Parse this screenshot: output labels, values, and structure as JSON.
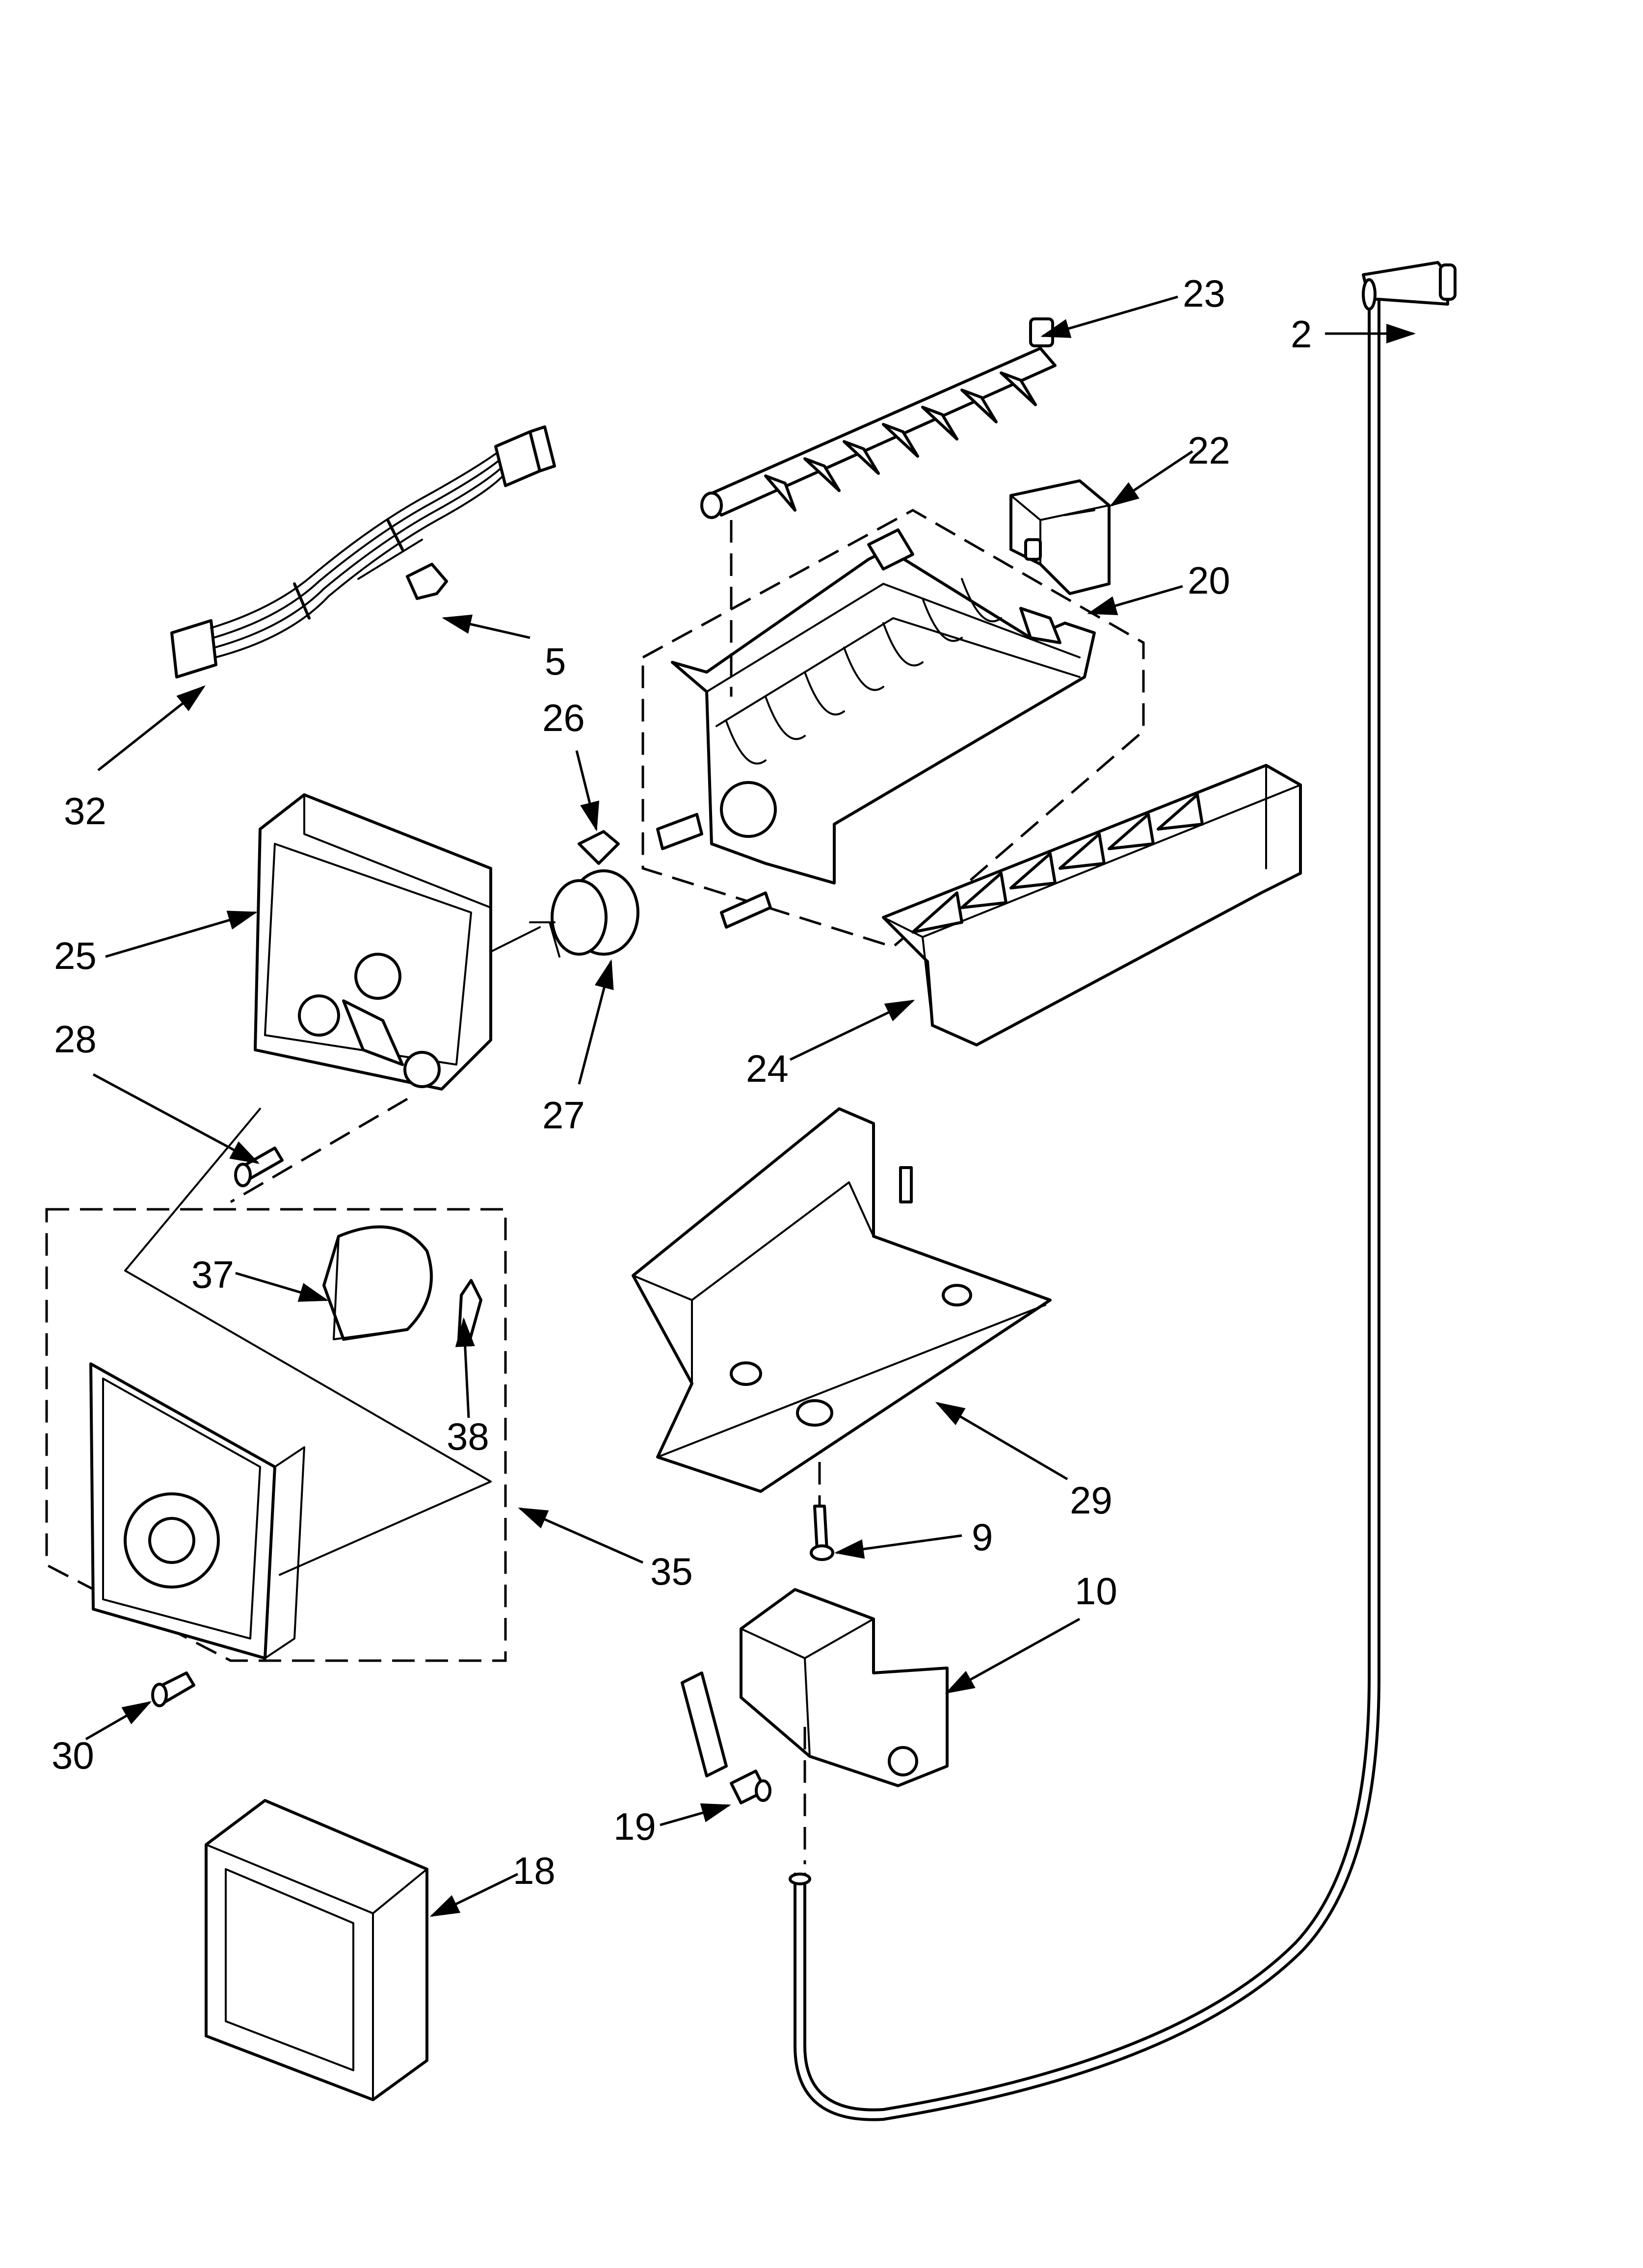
{
  "callouts": {
    "c2": "2",
    "c5": "5",
    "c9": "9",
    "c10": "10",
    "c18": "18",
    "c19": "19",
    "c20": "20",
    "c22": "22",
    "c23": "23",
    "c24": "24",
    "c25": "25",
    "c26": "26",
    "c27": "27",
    "c28": "28",
    "c29": "29",
    "c30": "30",
    "c32": "32",
    "c35": "35",
    "c37": "37",
    "c38": "38"
  }
}
